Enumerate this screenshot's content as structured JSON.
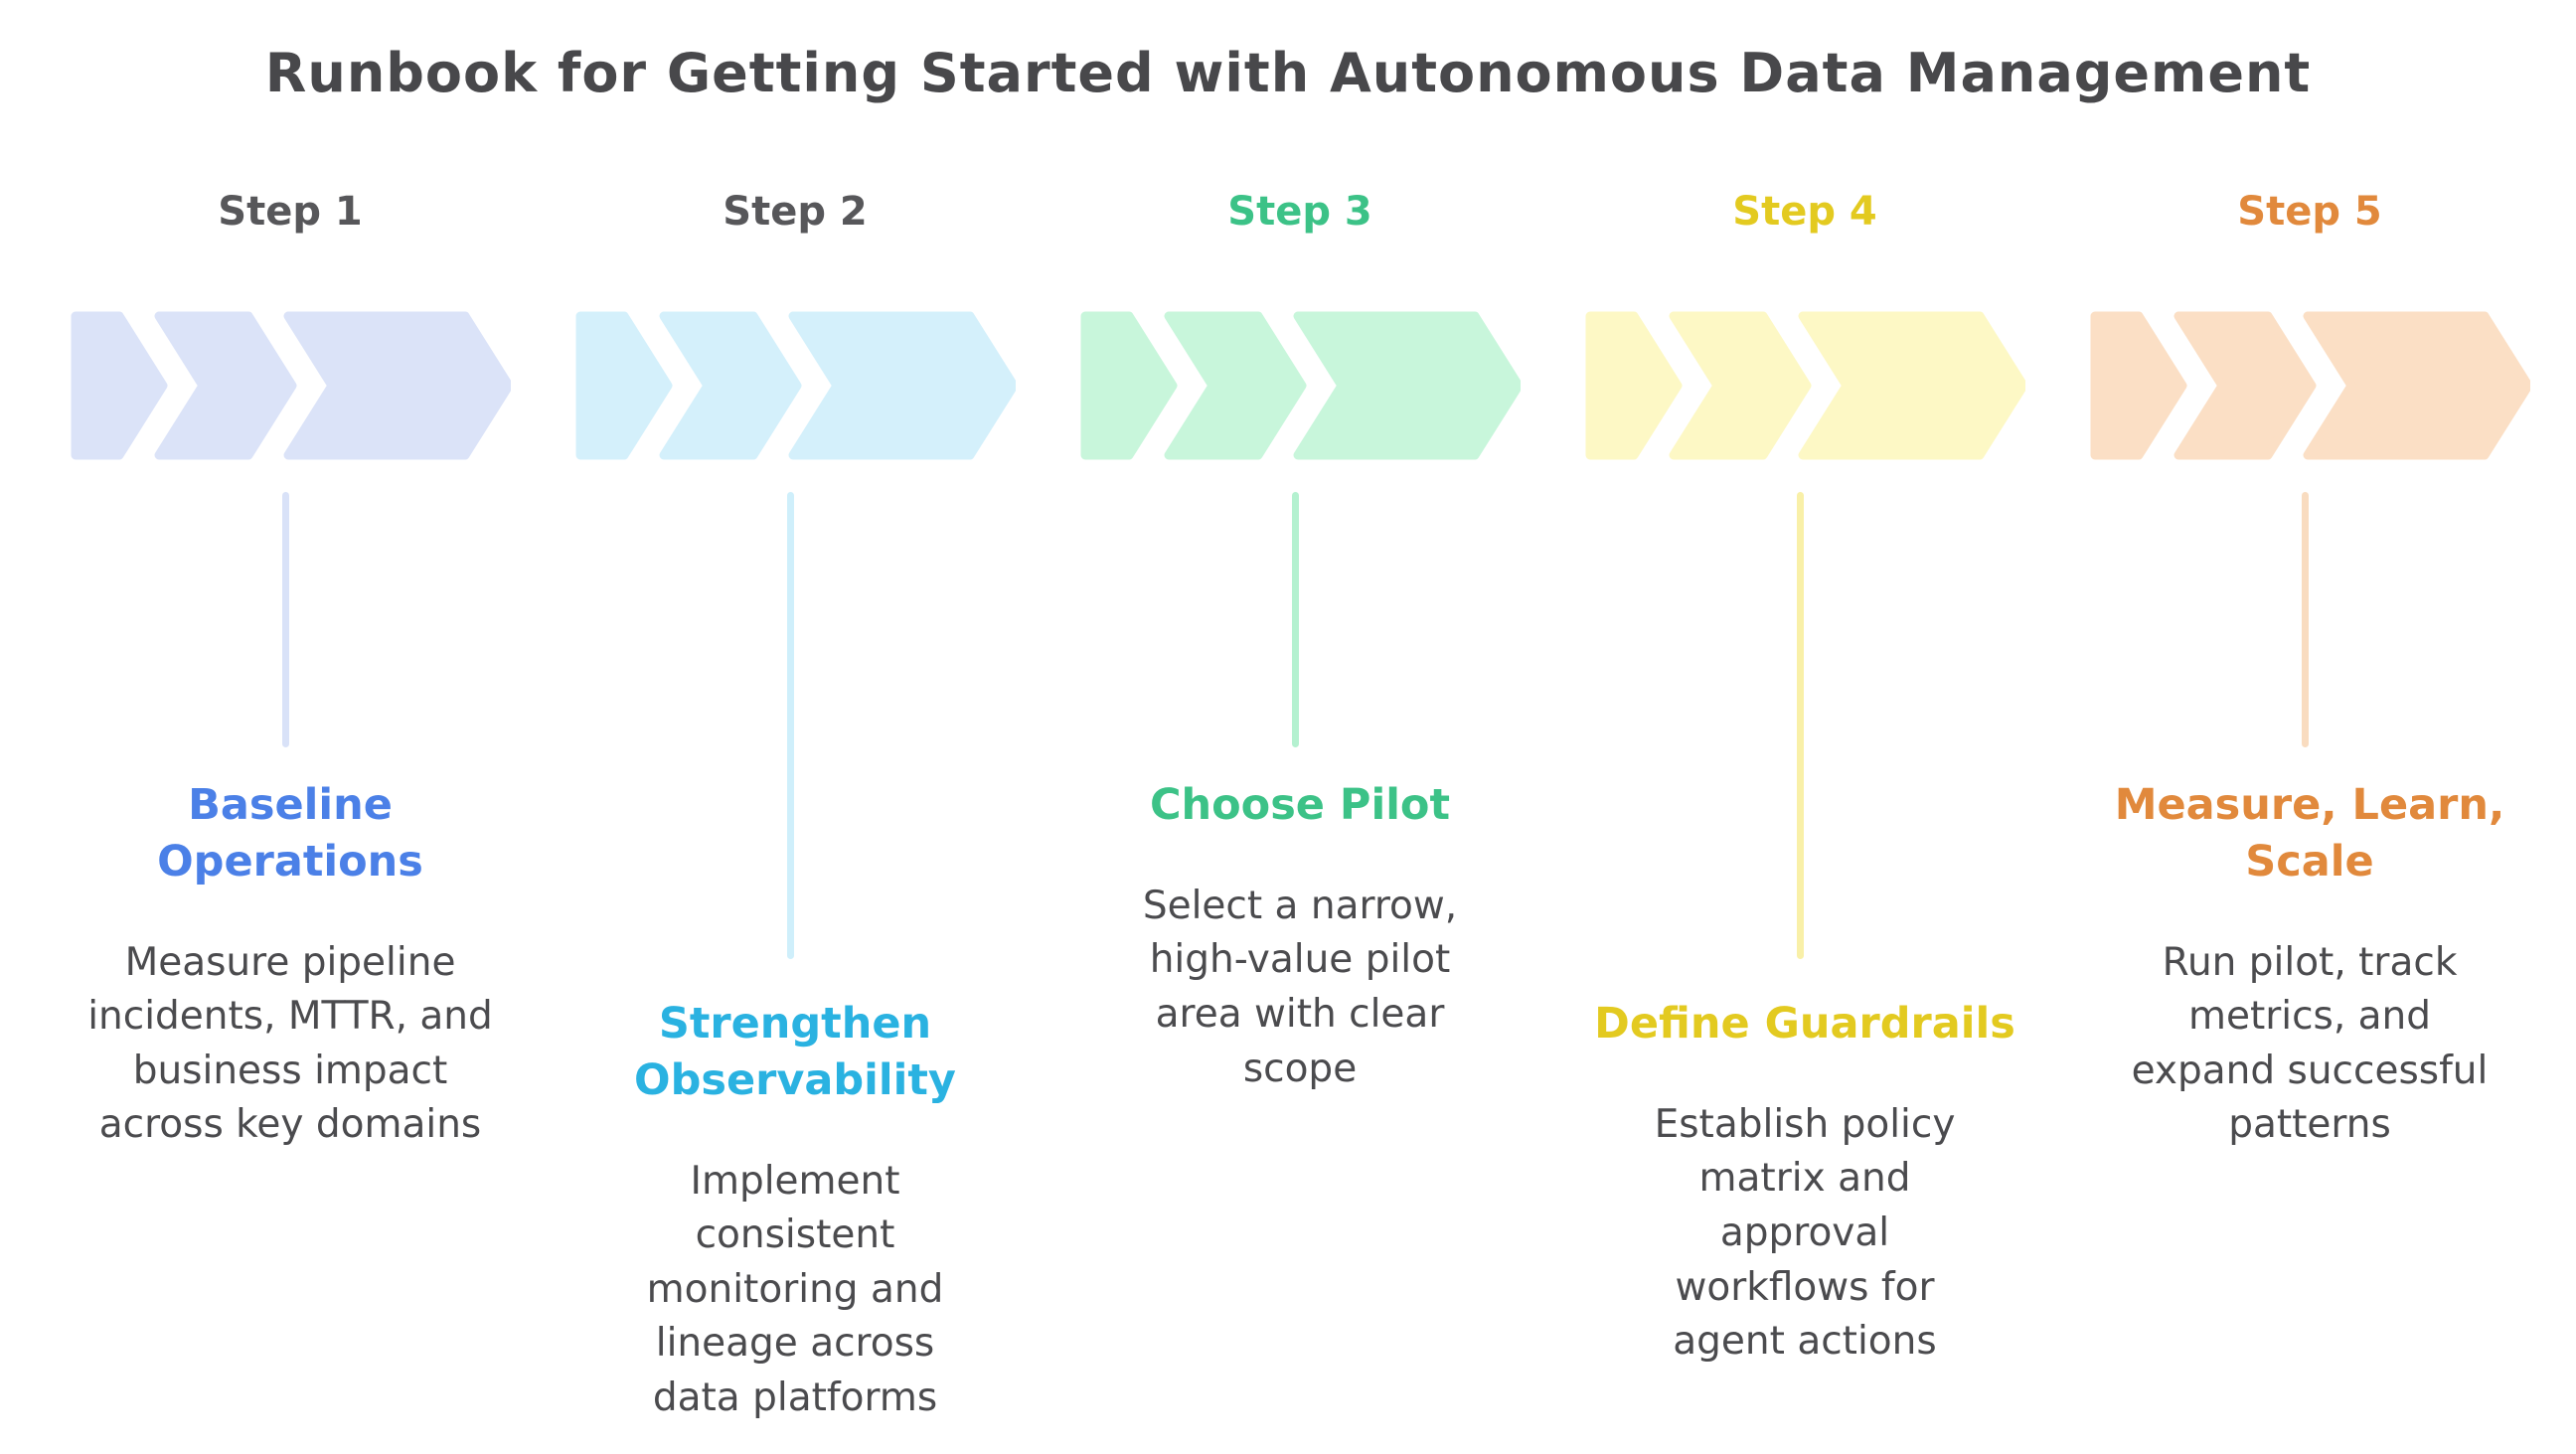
{
  "page_title": "Runbook for Getting Started with Autonomous Data Management",
  "colors": {
    "background": "#ffffff",
    "page_title_text": "#48484b",
    "description_text": "#4b4b4e"
  },
  "steps": [
    {
      "label": "Step 1",
      "label_color": "#57575a",
      "icon": "triple-chevron-right",
      "chevron_color": "#dbe3f8",
      "line_color": "#d9e2f8",
      "title": "Baseline\nOperations",
      "title_color": "#4b80e7",
      "description": "Measure pipeline\nincidents, MTTR, and\nbusiness impact\nacross key domains",
      "text_position": "high"
    },
    {
      "label": "Step 2",
      "label_color": "#57575a",
      "icon": "triple-chevron-right",
      "chevron_color": "#d4f0fb",
      "line_color": "#cfeffb",
      "title": "Strengthen\nObservability",
      "title_color": "#2ab2e1",
      "description": "Implement\nconsistent\nmonitoring and\nlineage across\ndata platforms",
      "text_position": "low"
    },
    {
      "label": "Step 3",
      "label_color": "#3cc287",
      "icon": "triple-chevron-right",
      "chevron_color": "#c8f6db",
      "line_color": "#b4f1d0",
      "title": "Choose Pilot",
      "title_color": "#3cc287",
      "description": "Select a narrow,\nhigh-value pilot\narea with clear\nscope",
      "text_position": "high"
    },
    {
      "label": "Step 4",
      "label_color": "#e3ca20",
      "icon": "triple-chevron-right",
      "chevron_color": "#fdf8c5",
      "line_color": "#f9f0a8",
      "title": "Define Guardrails",
      "title_color": "#e3ca20",
      "description": "Establish policy\nmatrix and\napproval\nworkflows for\nagent actions",
      "text_position": "low"
    },
    {
      "label": "Step 5",
      "label_color": "#e1893c",
      "icon": "triple-chevron-right",
      "chevron_color": "#fbdfc5",
      "line_color": "#f9dcc0",
      "title": "Measure, Learn,\nScale",
      "title_color": "#e1893c",
      "description": "Run pilot, track\nmetrics, and\nexpand successful\npatterns",
      "text_position": "high"
    }
  ]
}
